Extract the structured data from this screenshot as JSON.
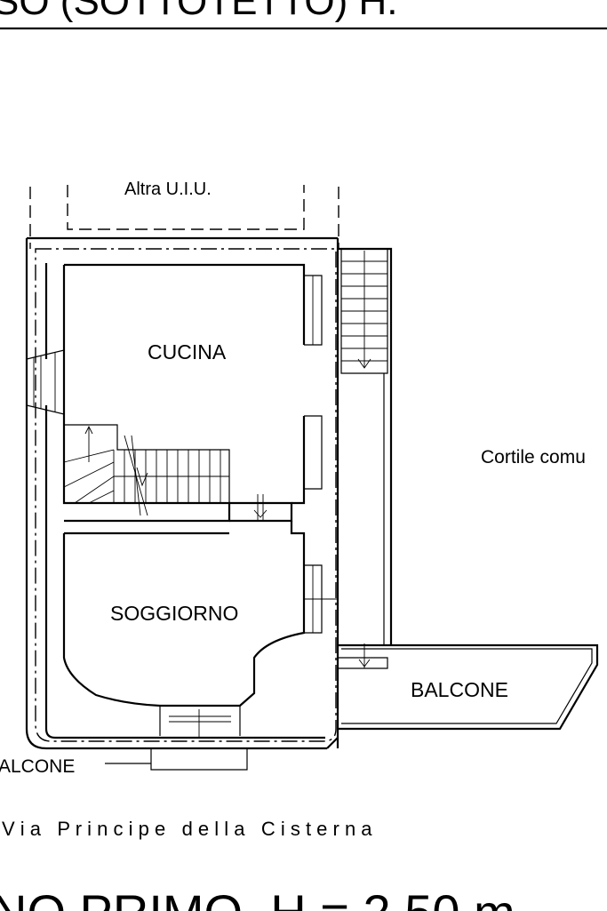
{
  "header": {
    "top_title_fragment": "SO (SOTTOTETTO) H.",
    "bottom_title_fragment": "NO PRIMO  H = 2.50 m"
  },
  "rooms": {
    "other_unit": "Altra U.I.U.",
    "kitchen": "CUCINA",
    "living": "SOGGIORNO",
    "balcony_right": "BALCONE",
    "balcony_front": "ALCONE",
    "courtyard": "Cortile comu"
  },
  "street": "V i a   P r i n c i p e   d e l l a   C i s t e r n a"
}
